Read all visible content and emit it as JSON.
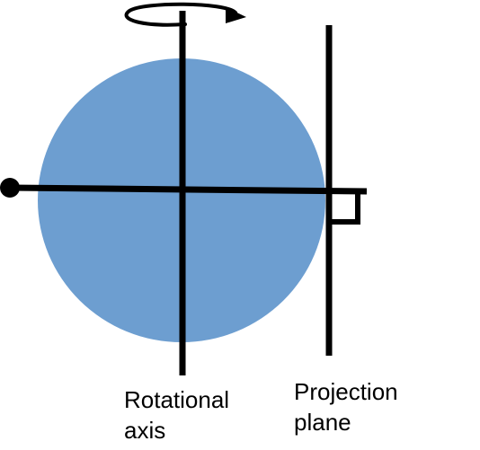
{
  "labels": {
    "rotational_axis": {
      "line1": "Rotational",
      "line2": "axis"
    },
    "projection_plane": {
      "line1": "Projection",
      "line2": "plane"
    }
  },
  "colors": {
    "sphere": "#6d9ed0",
    "lines": "#000000",
    "background": "#ffffff"
  },
  "icons": {
    "rotation": "curved-rotation-arrow-icon",
    "right_angle": "right-angle-marker-icon",
    "viewpoint": "filled-dot-icon"
  }
}
